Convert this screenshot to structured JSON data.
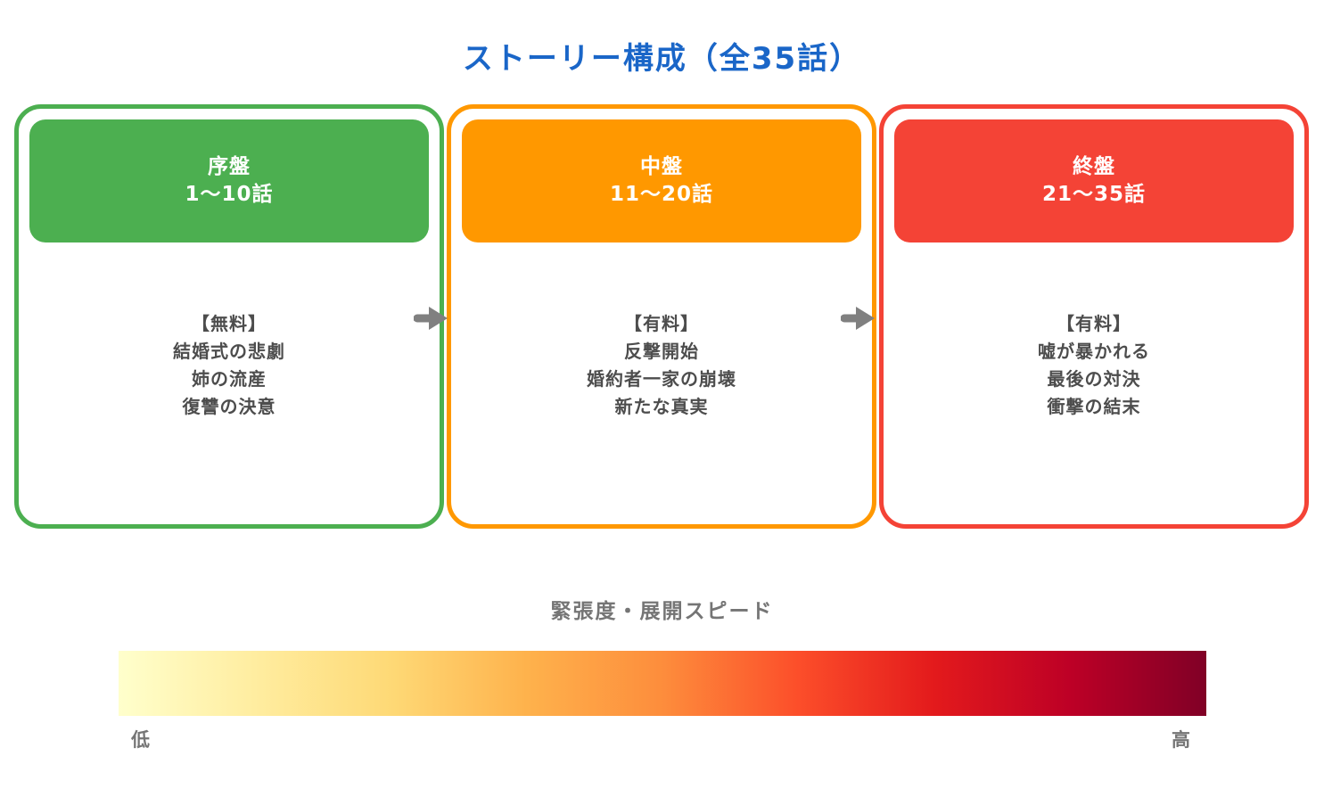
{
  "title": {
    "text": "ストーリー構成（全35話）",
    "color": "#1a66c8"
  },
  "cards": [
    {
      "header_title": "序盤",
      "header_episodes": "1～10話",
      "color": "#4caf50",
      "body_lines": [
        "【無料】",
        "結婚式の悲劇",
        "姉の流産",
        "復讐の決意"
      ]
    },
    {
      "header_title": "中盤",
      "header_episodes": "11～20話",
      "color": "#ff9800",
      "body_lines": [
        "【有料】",
        "反撃開始",
        "婚約者一家の崩壊",
        "新たな真実"
      ]
    },
    {
      "header_title": "終盤",
      "header_episodes": "21～35話",
      "color": "#f44336",
      "body_lines": [
        "【有料】",
        "嘘が暴かれる",
        "最後の対決",
        "衝撃の結末"
      ]
    }
  ],
  "arrow_color": "#808080",
  "tension": {
    "label": "緊張度・展開スピード",
    "low_label": "低",
    "high_label": "高",
    "gradient_stops": [
      "#ffffcc",
      "#ffeda0",
      "#fed976",
      "#feb24c",
      "#fd8d3c",
      "#fc4e2a",
      "#e31a1c",
      "#bd0026",
      "#800026"
    ]
  }
}
